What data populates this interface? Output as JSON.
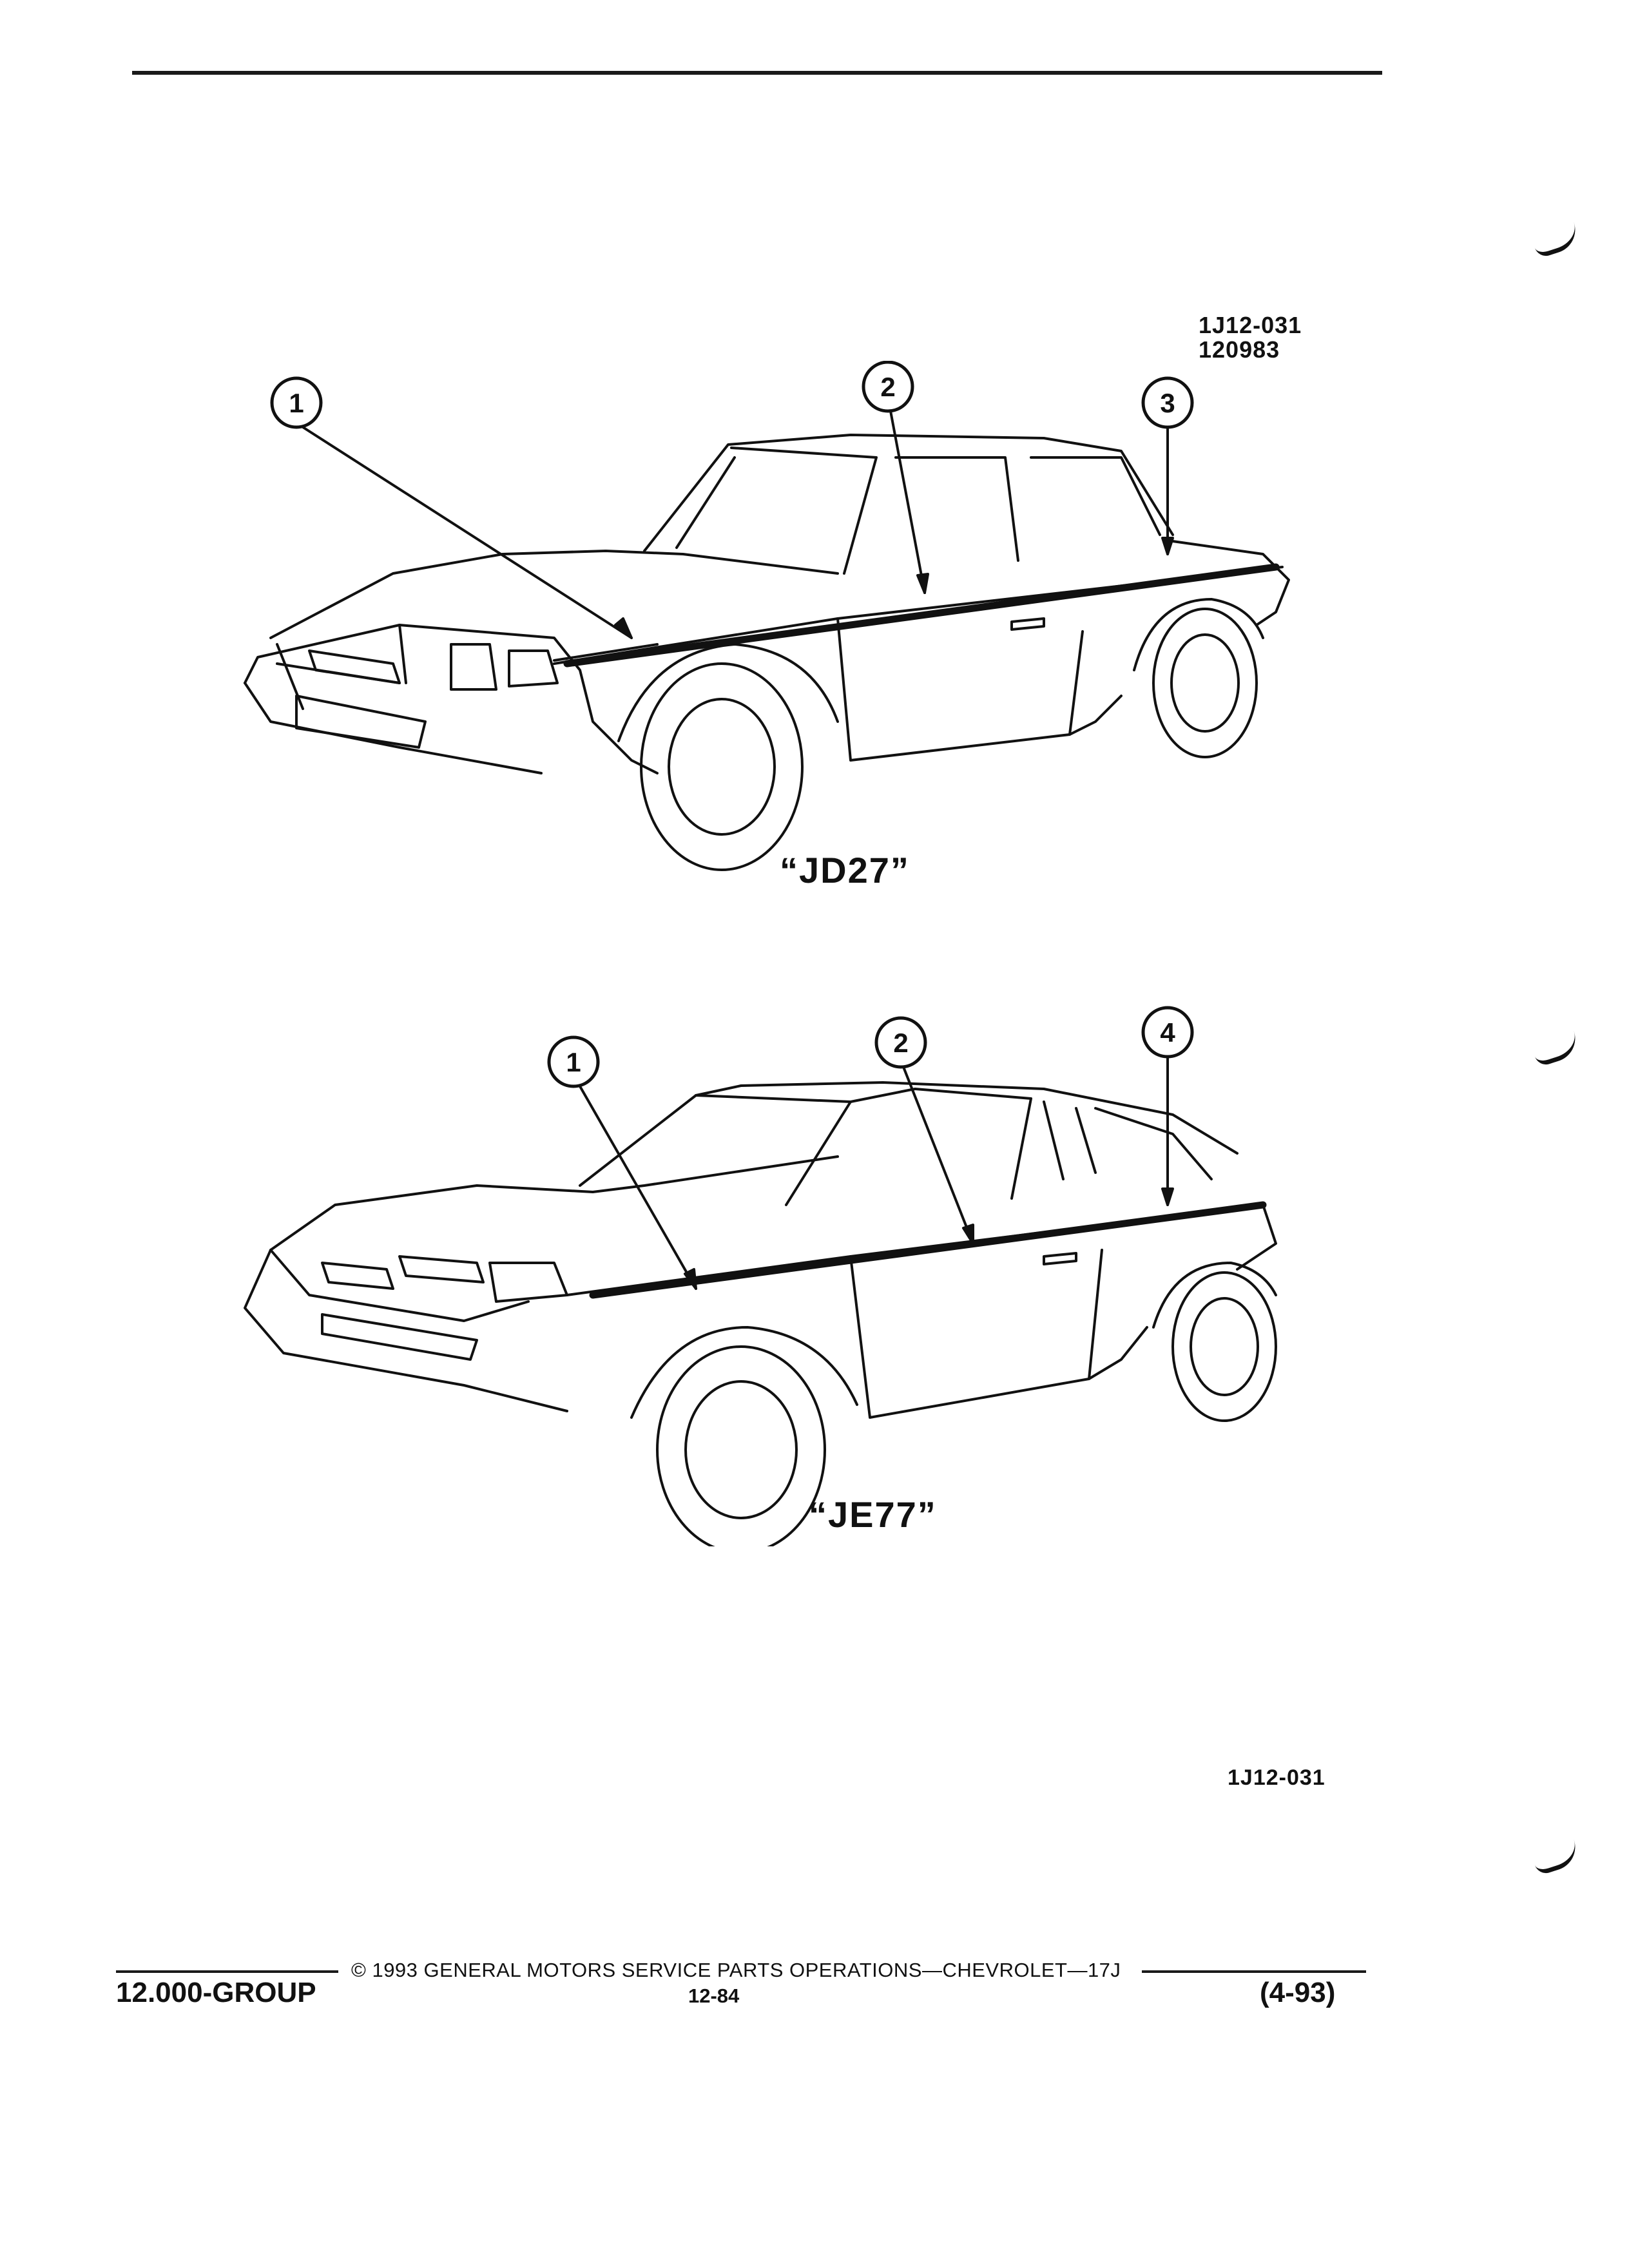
{
  "header": {
    "figure_id": "1J12-031",
    "drawing_no": "120983"
  },
  "figures": [
    {
      "label": "“JD27”",
      "callouts": [
        "1",
        "2",
        "3"
      ]
    },
    {
      "label": "“JE77”",
      "callouts": [
        "1",
        "2",
        "4"
      ]
    }
  ],
  "figure_ref_bottom": "1J12-031",
  "footer": {
    "group": "12.000-GROUP",
    "copyright": "©  1993  GENERAL MOTORS SERVICE PARTS OPERATIONS—CHEVROLET—17J",
    "page": "12-84",
    "date": "(4-93)"
  }
}
